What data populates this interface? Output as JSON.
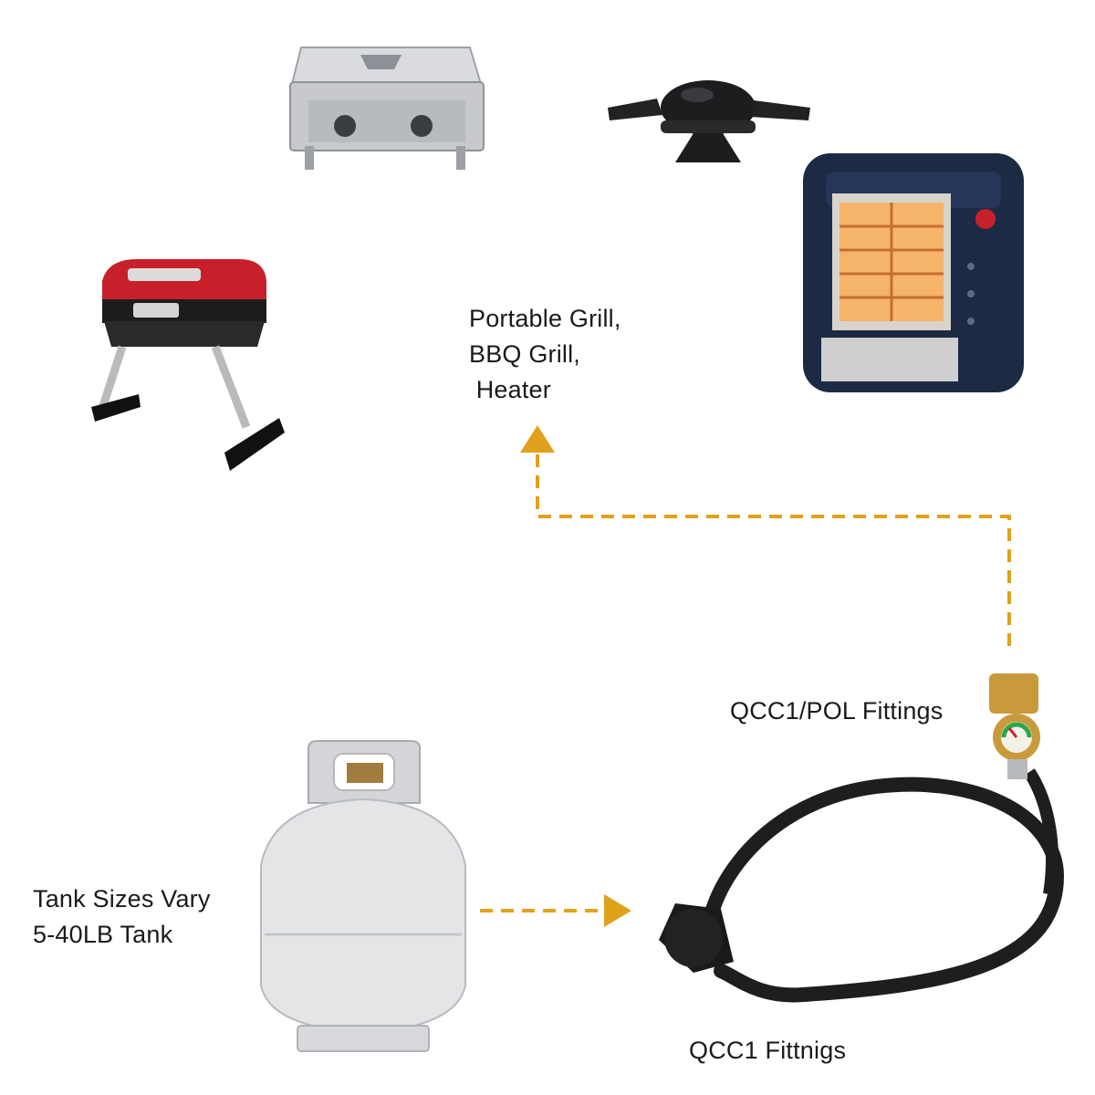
{
  "labels": {
    "appliances": [
      "Portable Grill,",
      "BBQ Grill,",
      " Heater"
    ],
    "pol_fittings": "QCC1/POL Fittings",
    "qcc1_fittings": "QCC1 Fittnigs",
    "tank": [
      "Tank Sizes Vary",
      "5-40LB Tank"
    ]
  },
  "colors": {
    "arrow": "#e0a21c",
    "hose": "#1e1e1e",
    "brass": "#c89a3c",
    "tank": "#e4e5e6",
    "grill_red": "#c8202a",
    "heater_body": "#1c2a44",
    "heater_glow": "#f6b46a",
    "steel": "#c9cbce"
  },
  "icons": [
    "tabletop-grill-icon",
    "weber-q-grill-icon",
    "portable-heater-icon",
    "red-portable-grill-icon",
    "propane-tank-icon",
    "hose-adapter-icon"
  ]
}
